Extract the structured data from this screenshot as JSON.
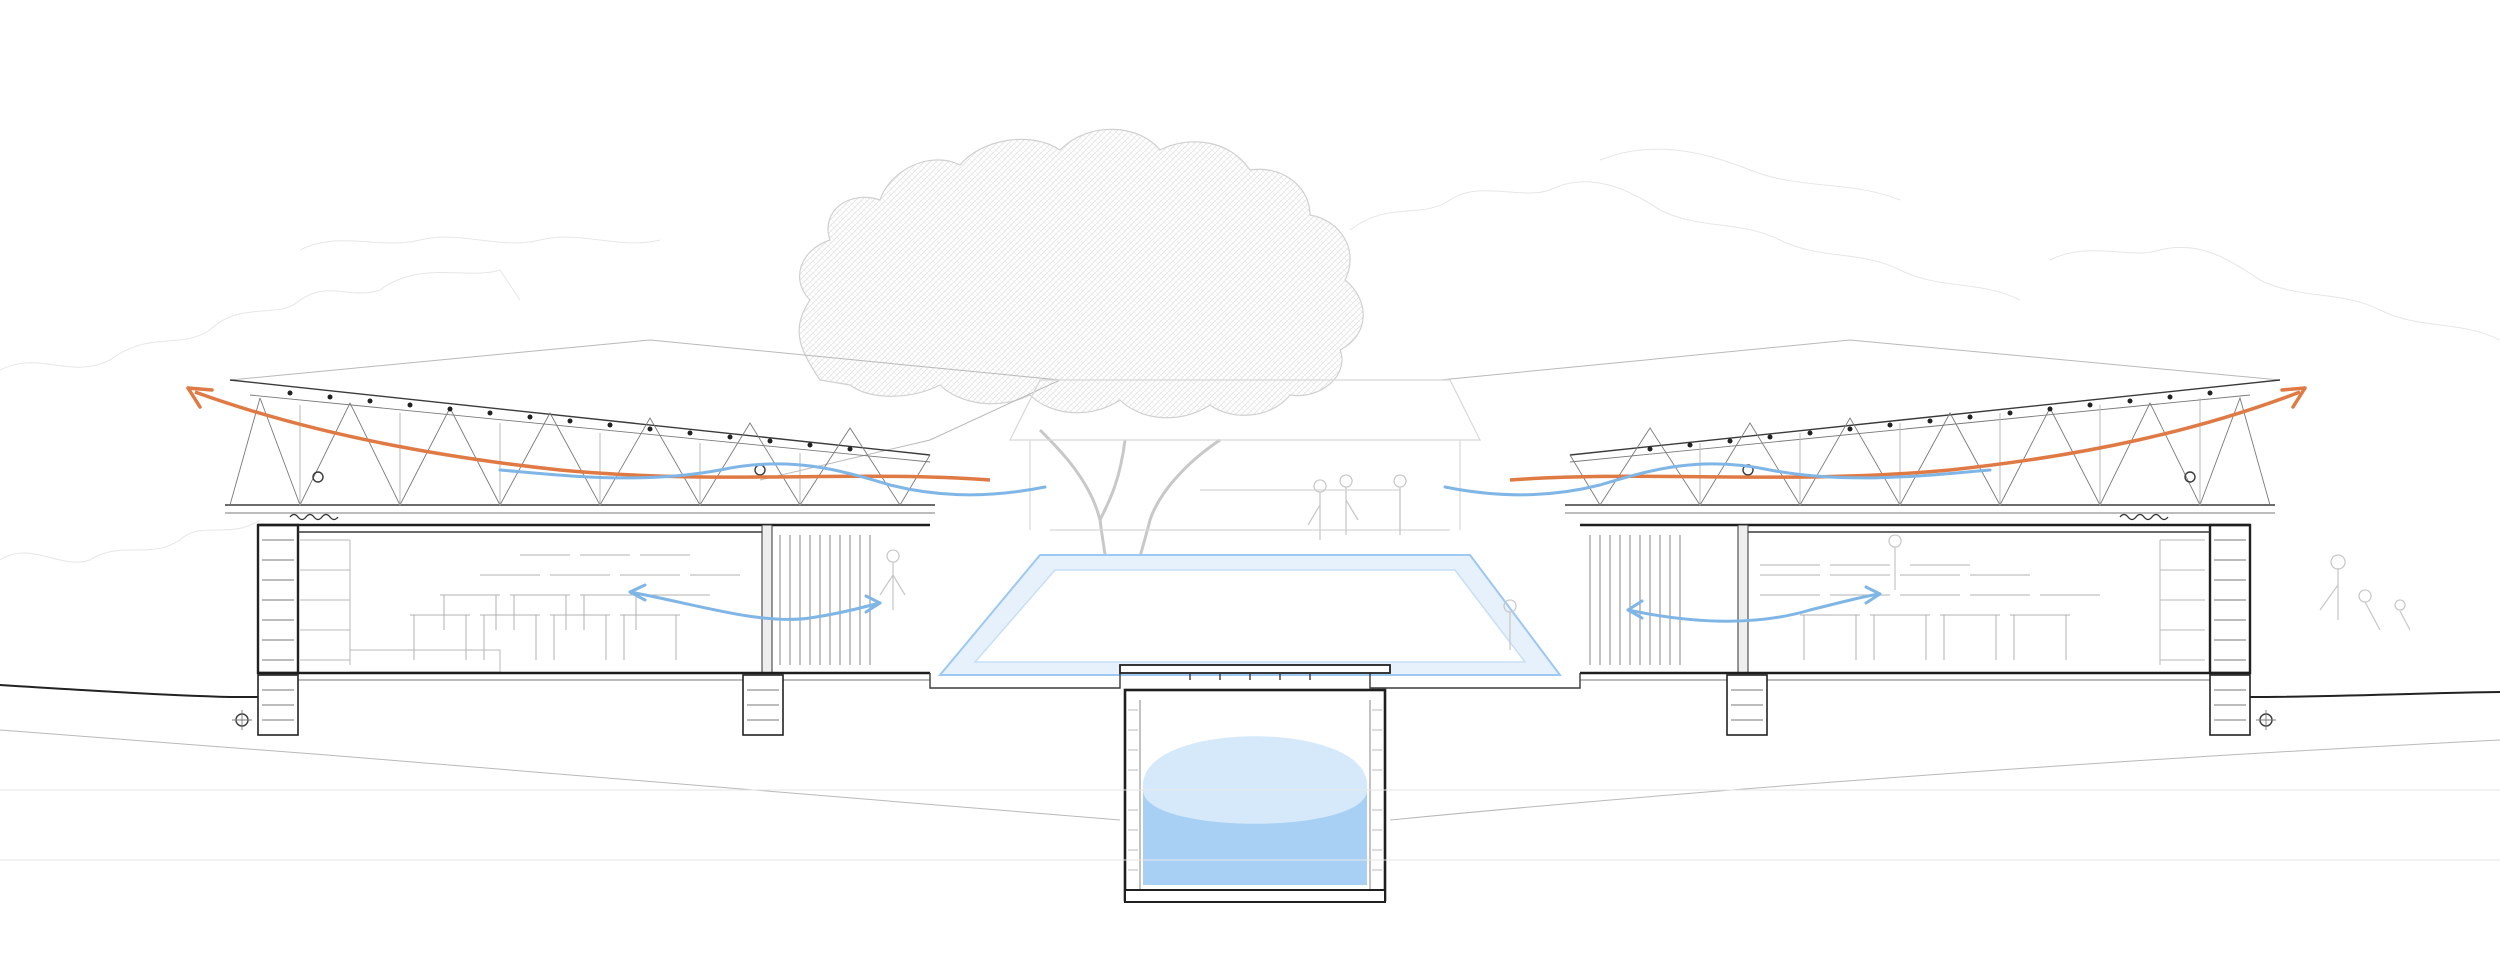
{
  "drawing": {
    "type": "architectural cross-section",
    "colors": {
      "warm_air": "#e07a45",
      "cool_air": "#7fb6e6",
      "water": "#9cc8f2",
      "water_light": "#d6e9fb",
      "line": "#2a2a2a",
      "ghost": "#d9d9d9"
    },
    "elements": {
      "roofs": 2,
      "classrooms": 2,
      "courtyard_pool": 1,
      "underground_cistern": 1,
      "tree": 1
    },
    "icons": [
      "warm-air-arrow-icon",
      "cool-air-arrow-icon",
      "tree-icon",
      "person-icon",
      "desk-icon"
    ]
  }
}
